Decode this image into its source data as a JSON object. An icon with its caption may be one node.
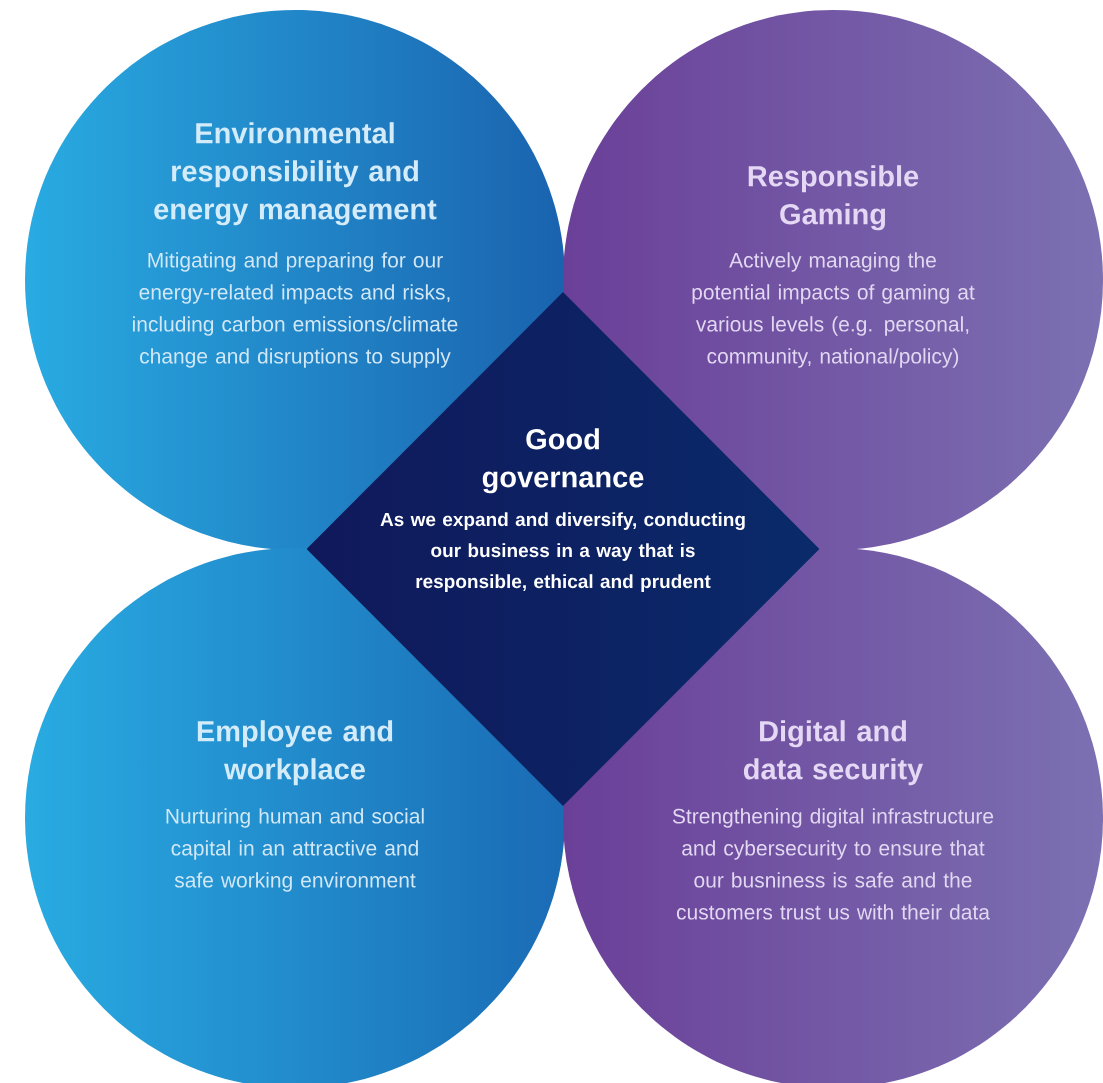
{
  "diagram": {
    "nodes": [
      {
        "text": [
          "Environmental responsibility and energy management",
          "Mitigating and preparing for our energy-related impacts and risks, including carbon emissions/climate change and disruptions to supply"
        ]
      },
      {
        "text": [
          "Responsible Gaming",
          "Actively managing the potential impacts of gaming at various levels (e.g. personal, community, national/policy)"
        ]
      },
      {
        "text": [
          "Good governance",
          "As we expand and diversify, conducting our business in a way that is responsible, ethical and prudent"
        ]
      },
      {
        "text": [
          "Employee and workplace",
          "Nurturing human and social capital in an attractive and safe working environment"
        ]
      },
      {
        "text": [
          "Digital and data security",
          "Strengthening digital infrastructure and cybersecurity to ensure that our busniness is safe and the customers trust us with their data"
        ]
      }
    ]
  }
}
